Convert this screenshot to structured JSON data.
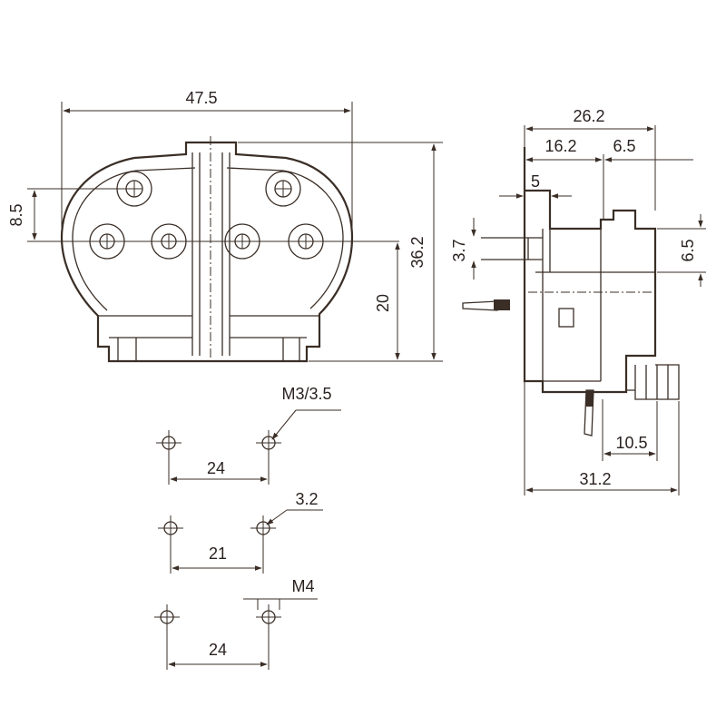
{
  "front_view": {
    "overall_width": "47.5",
    "overall_height": "36.2",
    "upper_hole_offset": "8.5",
    "lower_hole_height": "20"
  },
  "side_view": {
    "top_width": "26.2",
    "left_segment": "16.2",
    "right_segment": "6.5",
    "tab_width": "5",
    "pin_gap": "3.7",
    "step_height": "6.5",
    "base_offset": "10.5",
    "overall_depth": "31.2"
  },
  "mounting_patterns": [
    {
      "hole_label": "M3/3.5",
      "spacing": "24"
    },
    {
      "hole_label": "3.2",
      "spacing": "21"
    },
    {
      "hole_label": "M4",
      "spacing": "24"
    }
  ],
  "colors": {
    "ink": "#3a2e26"
  }
}
